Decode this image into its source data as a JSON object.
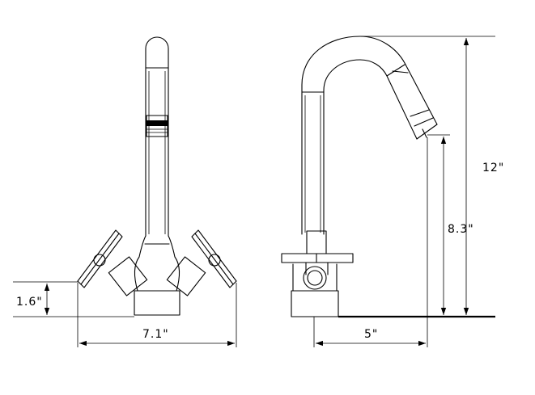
{
  "dimensions": {
    "base_height": "1.6\"",
    "overall_width": "7.1\"",
    "total_height": "12\"",
    "spout_height": "8.3\"",
    "spout_reach": "5\""
  }
}
